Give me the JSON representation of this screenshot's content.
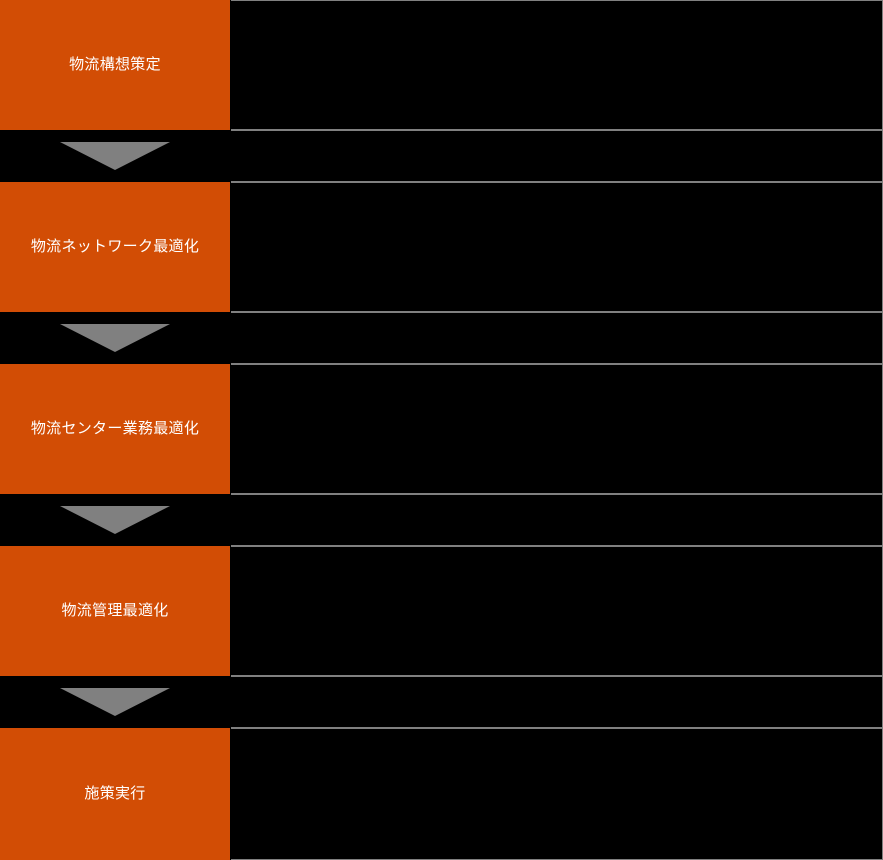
{
  "diagram": {
    "title": "",
    "orientation": "vertical-top-to-bottom",
    "colors": {
      "stage_background": "#d24d05",
      "stage_text": "#ffffff",
      "page_background": "#000000",
      "arrow": "#808080",
      "panel_border": "#808080",
      "panel_background": "#000000"
    },
    "stages": [
      {
        "label": "物流構想策定",
        "detail": ""
      },
      {
        "label": "物流ネットワーク最適化",
        "detail": ""
      },
      {
        "label": "物流センター業務最適化",
        "detail": ""
      },
      {
        "label": "物流管理最適化",
        "detail": ""
      },
      {
        "label": "施策実行",
        "detail": ""
      }
    ],
    "connectors": [
      {
        "icon": "arrow-down-icon"
      },
      {
        "icon": "arrow-down-icon"
      },
      {
        "icon": "arrow-down-icon"
      },
      {
        "icon": "arrow-down-icon"
      }
    ]
  }
}
